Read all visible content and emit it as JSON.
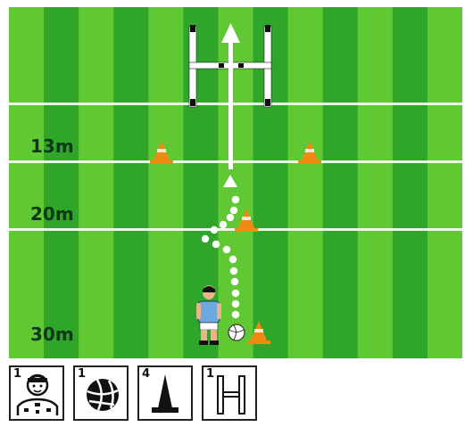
{
  "distance_labels": [
    "13m",
    "20m",
    "30m"
  ],
  "legend": [
    {
      "count": "1",
      "icon": "coach-icon"
    },
    {
      "count": "1",
      "icon": "ball-icon"
    },
    {
      "count": "4",
      "icon": "cone-icon"
    },
    {
      "count": "1",
      "icon": "goalpost-icon"
    }
  ],
  "colors": {
    "stripe_light": "#5fc832",
    "stripe_dark": "#2fa52a",
    "cone": "#f08a10",
    "line": "#ffffff",
    "label": "#0c3a18"
  }
}
